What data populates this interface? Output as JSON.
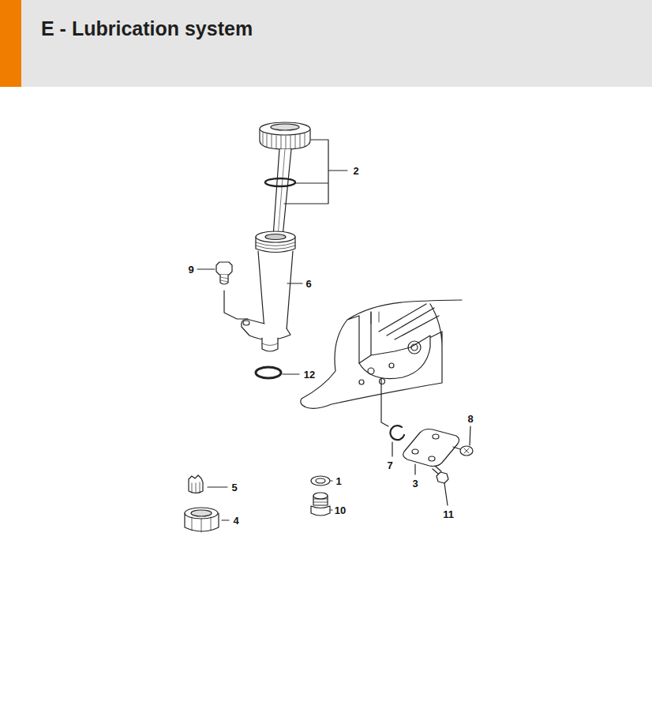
{
  "diagram": {
    "title": "E - Lubrication system",
    "labels": [
      "2",
      "9",
      "6",
      "12",
      "8",
      "7",
      "3",
      "11",
      "5",
      "1",
      "4",
      "10"
    ]
  }
}
